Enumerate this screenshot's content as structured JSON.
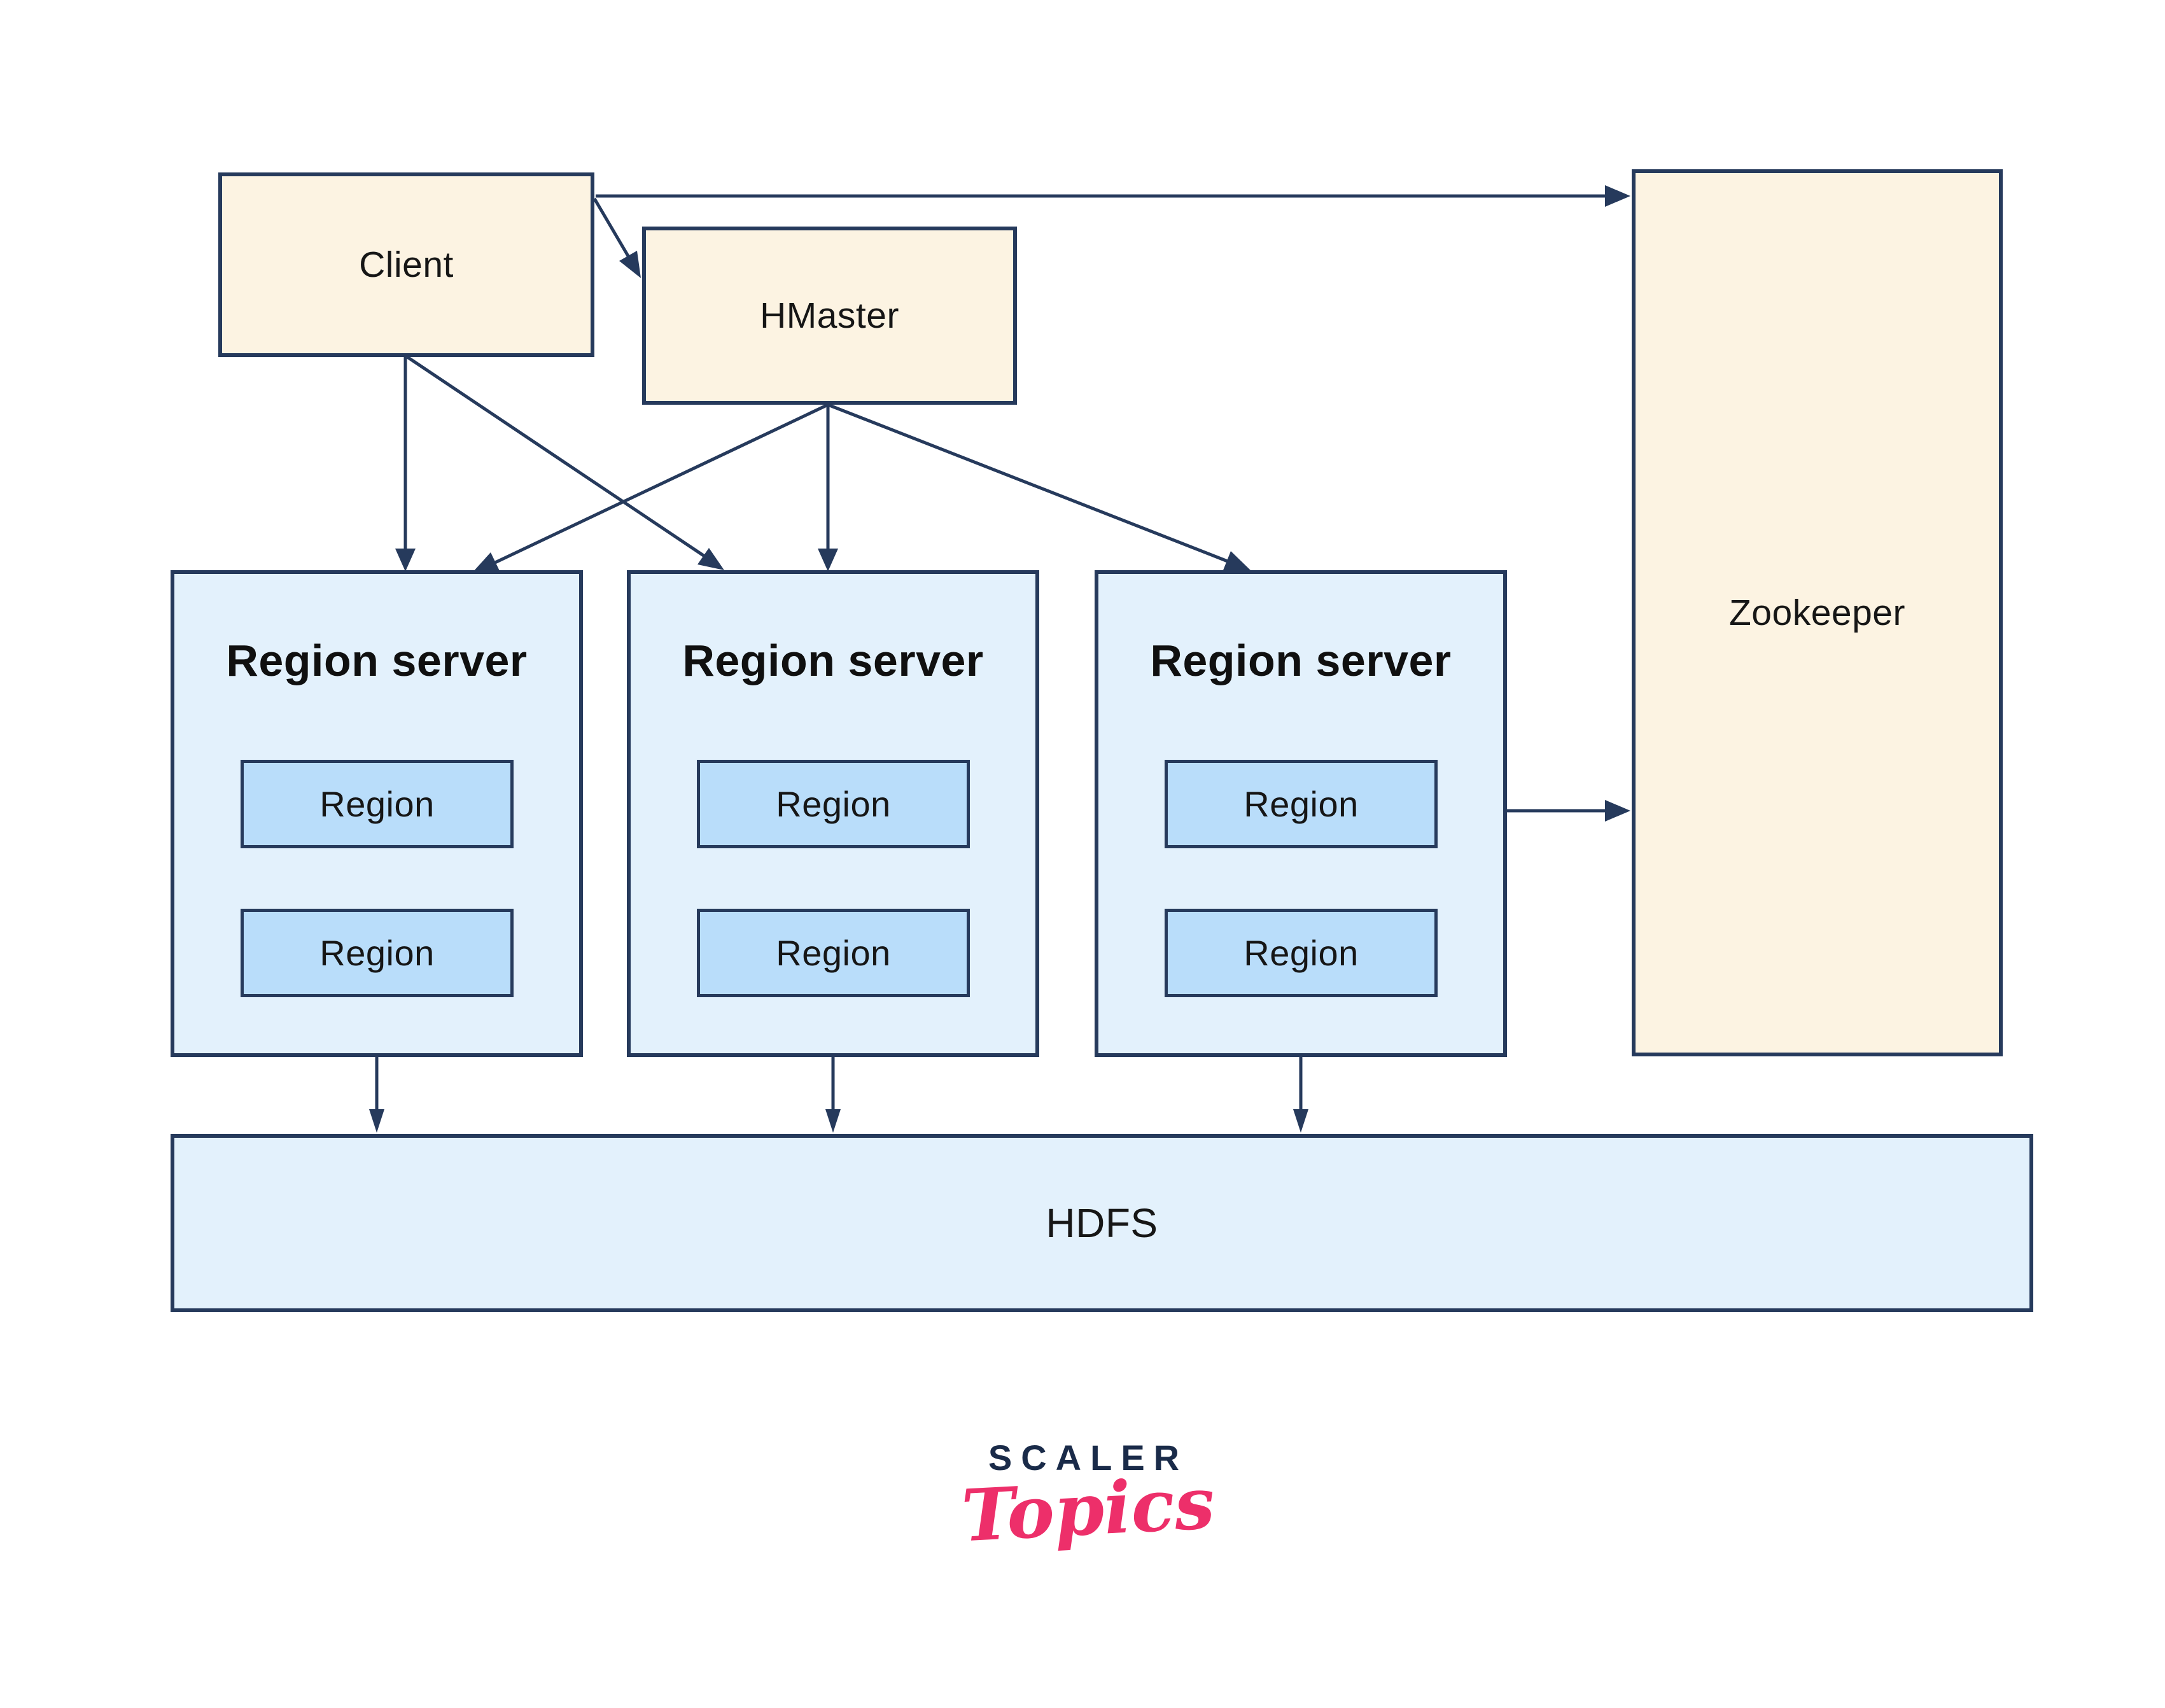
{
  "nodes": {
    "client": {
      "label": "Client"
    },
    "hmaster": {
      "label": "HMaster"
    },
    "zookeeper": {
      "label": "Zookeeper"
    },
    "region_server": {
      "label": "Region server"
    },
    "region": {
      "label": "Region"
    },
    "hdfs": {
      "label": "HDFS"
    }
  },
  "edges": [
    {
      "from": "Client",
      "to": "Zookeeper"
    },
    {
      "from": "Client",
      "to": "HMaster"
    },
    {
      "from": "Client",
      "to": "Region server 1"
    },
    {
      "from": "Client",
      "to": "Region server 2"
    },
    {
      "from": "HMaster",
      "to": "Region server 1"
    },
    {
      "from": "HMaster",
      "to": "Region server 2"
    },
    {
      "from": "HMaster",
      "to": "Region server 3"
    },
    {
      "from": "Region server 3",
      "to": "Zookeeper"
    },
    {
      "from": "Region server 1",
      "to": "HDFS"
    },
    {
      "from": "Region server 2",
      "to": "HDFS"
    },
    {
      "from": "Region server 3",
      "to": "HDFS"
    }
  ],
  "logo": {
    "brand": "SCALER",
    "sub": "Topics"
  },
  "colors": {
    "cream_fill": "#FCF3E2",
    "light_blue_fill": "#E3F1FC",
    "mid_blue_fill": "#B9DDFA",
    "line_navy": "#263A5C",
    "logo_navy": "#1A2B49",
    "logo_pink": "#ED2F6A"
  }
}
